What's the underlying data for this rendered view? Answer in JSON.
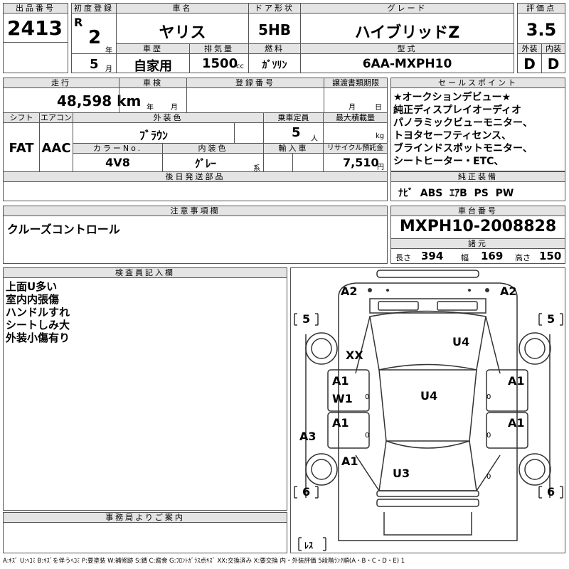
{
  "header": {
    "lot_no_label": "出品番号",
    "lot_no": "2413",
    "first_reg_label": "初度登録",
    "era": "R",
    "year": "2",
    "year_unit": "年",
    "month": "5",
    "month_unit": "月",
    "car_name_label": "車名",
    "car_name": "ヤリス",
    "door_label": "ドア形状",
    "door": "5HB",
    "grade_label": "グレード",
    "grade": "ハイブリッドZ",
    "score_label": "評価点",
    "score": "3.5",
    "history_label": "車歴",
    "history": "自家用",
    "displacement_label": "排気量",
    "displacement": "1500",
    "displacement_unit": "cc",
    "fuel_label": "燃料",
    "fuel": "ｶﾞｿﾘﾝ",
    "model_label": "型式",
    "model": "6AA-MXPH10",
    "ext_label": "外装",
    "ext_score": "D",
    "int_label": "内装",
    "int_score": "D"
  },
  "row2": {
    "mileage_label": "走行",
    "mileage": "48,598",
    "mileage_unit": "km",
    "inspection_label": "車検",
    "insp_year_unit": "年",
    "insp_month_unit": "月",
    "reg_no_label": "登録番号",
    "transfer_label": "譲渡書類期限",
    "transfer_month_unit": "月",
    "transfer_day_unit": "日",
    "shift_label": "シフト",
    "shift": "FAT",
    "ac_label": "エアコン",
    "ac": "AAC",
    "color_label": "外装色",
    "color": "ﾌﾞﾗｳﾝ",
    "capacity_label": "乗車定員",
    "capacity": "5",
    "capacity_unit": "人",
    "load_label": "最大積載量",
    "load_unit": "kg",
    "color_no_label": "カラーNo.",
    "color_no": "4V8",
    "interior_color_label": "内装色",
    "interior_color": "ｸﾞﾚｰ",
    "interior_color_unit": "系",
    "import_label": "輸入車",
    "recycle_label": "リサイクル預託金",
    "recycle": "7,510",
    "recycle_unit": "円",
    "later_parts_label": "後日発送部品"
  },
  "sales_points": {
    "label": "セールスポイント",
    "lines": "★オークションデビュー★\n純正ディスプレイオーディオ\nパノラミックビューモニター、\nトヨタセーフティセンス、\nブラインドスポットモニター、\nシートヒーター・ETC、"
  },
  "equipment": {
    "label": "純正装備",
    "items": "ﾅﾋﾞ  ABS  ｴｱB  PS  PW"
  },
  "notes": {
    "label": "注意事項欄",
    "text": "クルーズコントロール"
  },
  "chassis": {
    "label": "車台番号",
    "number": "MXPH10-2008828",
    "dims_label": "諸元",
    "length_label": "長さ",
    "length": "394",
    "width_label": "幅",
    "width": "169",
    "height_label": "高さ",
    "height": "150"
  },
  "inspector": {
    "label": "検査員記入欄",
    "lines": "上面U多い\n室内内張傷\nハンドルすれ\nシートしみ大\n外装小傷有り"
  },
  "diagram": {
    "marks": {
      "front_left": "A2",
      "front_right": "A2",
      "tire_fl": "5",
      "tire_fr": "5",
      "tire_rl": "6",
      "tire_rr": "6",
      "windshield_xx": "XX",
      "hood": "U4",
      "roof": "U4",
      "front_door_left_a": "A1",
      "front_door_left_w": "W1",
      "front_door_right": "A1",
      "rear_door_left": "A1",
      "rear_door_right": "A1",
      "rear_fender_left": "A3",
      "rear_quarter_left": "A1",
      "trunk": "U3",
      "spare": "ﾚｽ",
      "zero1": "0",
      "zero2": "0",
      "zero3": "0",
      "zero4": "0",
      "zero5": "0"
    }
  },
  "office": {
    "label": "事務局よりご案内"
  },
  "legend": "A:ｷｽﾞ U:ﾍｺﾐ B:ｷｽﾞを伴うﾍｺﾐ P:要塗装 W:補修跡 S:錆 C:腐食 G:ﾌﾛﾝﾄｶﾞﾗｽ点ｷｽﾞ XX:交換済み X:要交換  内・外装評価 5段階ﾗﾝｸ順(A・B・C・D・E) 1"
}
